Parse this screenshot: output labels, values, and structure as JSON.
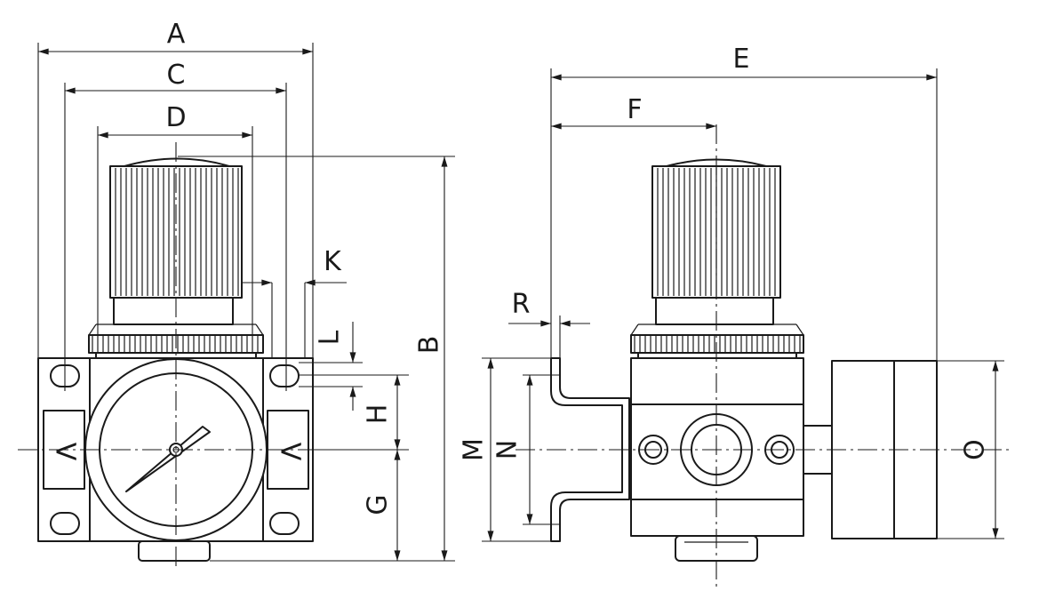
{
  "dimensions": {
    "A": "A",
    "B": "B",
    "C": "C",
    "D": "D",
    "E": "E",
    "F": "F",
    "G": "G",
    "H": "H",
    "K": "K",
    "L": "L",
    "M": "M",
    "N": "N",
    "O": "O",
    "R": "R"
  },
  "arrow_symbols": {
    "left": "V",
    "right": "V"
  }
}
